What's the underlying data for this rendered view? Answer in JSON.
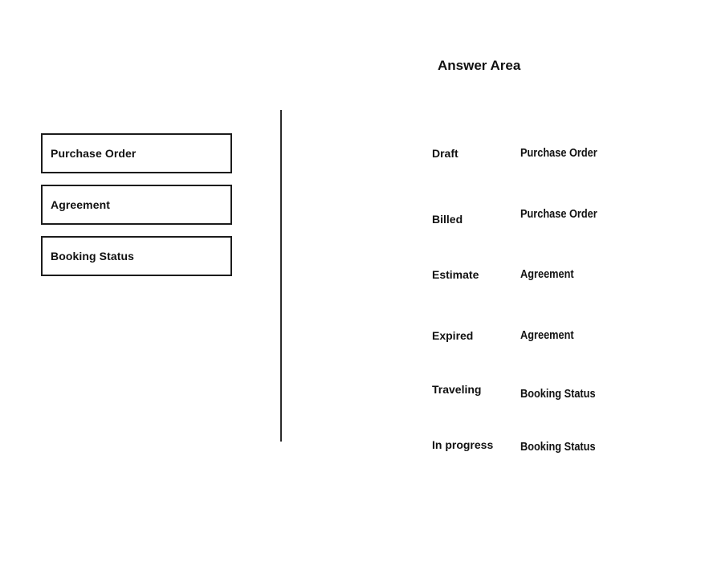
{
  "answer_area": {
    "title": "Answer Area"
  },
  "source_items": [
    {
      "label": "Purchase Order"
    },
    {
      "label": "Agreement"
    },
    {
      "label": "Booking Status"
    }
  ],
  "rows": [
    {
      "label": "Draft",
      "answer": "Purchase Order"
    },
    {
      "label": "Billed",
      "answer": "Purchase Order"
    },
    {
      "label": "Estimate",
      "answer": "Agreement"
    },
    {
      "label": "Expired",
      "answer": "Agreement"
    },
    {
      "label": "Traveling",
      "answer": "Booking Status"
    },
    {
      "label": "In progress",
      "answer": "Booking Status"
    }
  ],
  "colors": {
    "text": "#111111",
    "box_border": "#1c1c1c",
    "divider": "#2a2a2a",
    "background": "#ffffff"
  }
}
